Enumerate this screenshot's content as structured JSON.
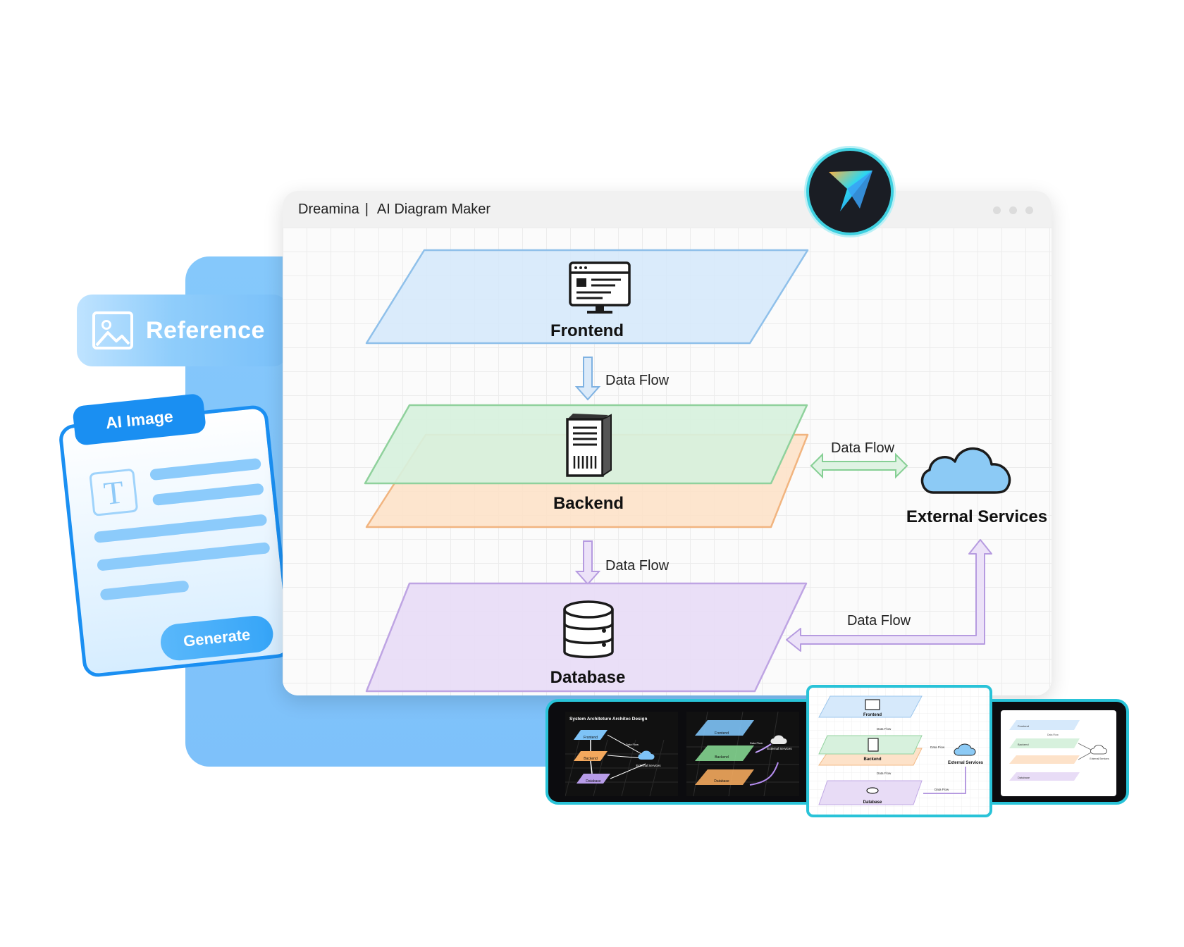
{
  "reference": {
    "label": "Reference",
    "icon": "image-icon"
  },
  "ai_card": {
    "tab_label": "AI Image",
    "text_icon_glyph": "T",
    "generate_label": "Generate"
  },
  "window": {
    "title_brand": "Dreamina",
    "title_separator": "|",
    "title_app": "AI Diagram Maker"
  },
  "diagram": {
    "frontend": {
      "label": "Frontend",
      "icon": "monitor-icon",
      "color": "#d6e9fb"
    },
    "backend": {
      "label": "Backend",
      "icon": "server-icon",
      "color": "#d7f1dd"
    },
    "backend_under": {
      "color": "#fde2c9"
    },
    "database": {
      "label": "Database",
      "icon": "database-icon",
      "color": "#e8dcf6"
    },
    "external": {
      "label": "External Services",
      "icon": "cloud-icon"
    },
    "flow_1": "Data Flow",
    "flow_2": "Data Flow",
    "flow_3": "Data Flow",
    "flow_4": "Data Flow"
  },
  "thumbnails": {
    "dark_1": {
      "title": "System Architeture Architec Design",
      "frontend": "Frontend",
      "backend": "Backend",
      "database": "Database",
      "flow": "Data Flow",
      "external": "External Services"
    },
    "dark_2": {
      "frontend": "Frontend",
      "backend": "Backend",
      "database": "Database",
      "flow": "Data Flow",
      "external": "External Services"
    },
    "selected": {
      "frontend": "Frontend",
      "backend": "Backend",
      "database": "Database",
      "flow_1": "Data Flow",
      "flow_2": "Data Flow",
      "flow_3": "Data Flow",
      "flow_4": "Data Flow",
      "external": "External Services"
    },
    "white": {
      "frontend": "Frontend",
      "backend": "Backend",
      "database": "Database",
      "flow": "Data Flow",
      "external": "External Services"
    }
  },
  "colors": {
    "brand_blue": "#1a8ff2",
    "accent_teal": "#29c3d8",
    "light_blue": "#85c8fb"
  }
}
